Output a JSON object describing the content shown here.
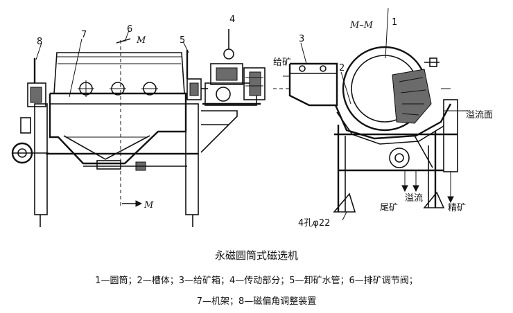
{
  "labels": {
    "n8": "8",
    "n7": "7",
    "n6": "6",
    "m_top": "M",
    "n5": "5",
    "n4": "4",
    "n3": "3",
    "feed": "给矿",
    "n2": "2",
    "mm": "M–M",
    "n1": "1",
    "overflow_surface": "溢流面",
    "overflow": "溢流",
    "tailings": "尾矿",
    "concentrate": "精矿",
    "holes": "4孔φ22",
    "m_bottom": "M"
  },
  "caption": {
    "title": "永磁圆筒式磁选机",
    "legend_line1": "1—圆筒；2—槽体；3—给矿箱；4—传动部分；5—卸矿水管；6—排矿调节阀；",
    "legend_line2": "7—机架；8—磁偏角调整装置"
  }
}
